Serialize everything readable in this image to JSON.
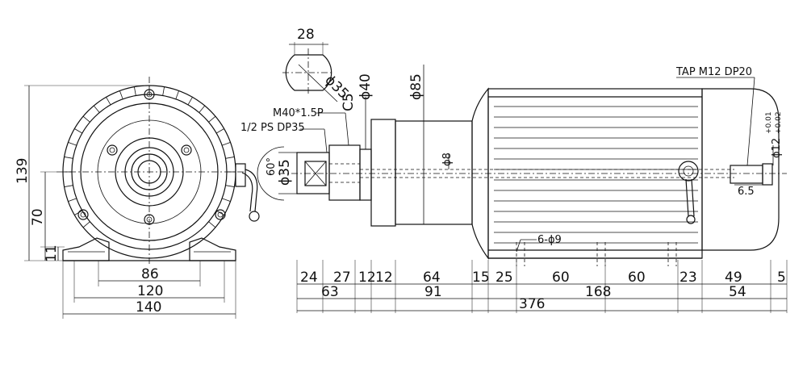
{
  "front_view": {
    "width_dims": [
      "86",
      "120",
      "140"
    ],
    "height_dims": [
      "139",
      "70",
      "11"
    ]
  },
  "shaft_detail": {
    "width": "28",
    "diameter": "ϕ35"
  },
  "callouts": {
    "thread": "M40*1.5P",
    "tap_pipe": "1/2 PS  DP35",
    "chamfer": "C5",
    "boss_diameter": "ϕ40",
    "body_diameter": "ϕ85",
    "bore_diameter": "ϕ8",
    "angle": "60°",
    "end_diameter": "ϕ35",
    "mount_holes": "6-ϕ9",
    "rear_tap": "TAP M12 DP20",
    "rear_shaft": "ϕ12",
    "tol_upper": "+0.01",
    "tol_lower": "+0.02",
    "rear_len": "6.5"
  },
  "side_view": {
    "row1": [
      "24",
      "27",
      "12",
      "12",
      "64",
      "15",
      "25",
      "60",
      "60",
      "23",
      "49",
      "5"
    ],
    "row2": [
      "63",
      "91",
      "168",
      "54"
    ],
    "total": "376"
  }
}
